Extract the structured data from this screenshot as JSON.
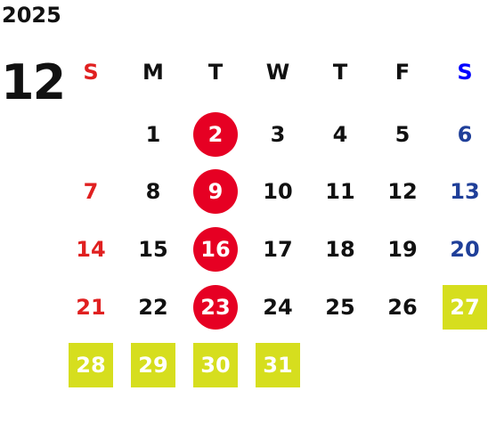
{
  "calendar": {
    "year": "2025",
    "month": "12",
    "colors": {
      "default": "#111111",
      "sunday": "#e02020",
      "saturday": "#1f3f99",
      "holiday_circle": "#e60023",
      "highlight_square": "#d6de1e",
      "on_highlight_text": "#ffffff"
    },
    "weekday_headers": [
      {
        "label": "S",
        "color": "#e02020"
      },
      {
        "label": "M",
        "color": "#111111"
      },
      {
        "label": "T",
        "color": "#111111"
      },
      {
        "label": "W",
        "color": "#111111"
      },
      {
        "label": "T",
        "color": "#111111"
      },
      {
        "label": "F",
        "color": "#111111"
      },
      {
        "label": "S",
        "color": "#0000ff"
      }
    ],
    "days": [
      {
        "day": "1",
        "week": 0,
        "weekday": 1,
        "style": "plain"
      },
      {
        "day": "2",
        "week": 0,
        "weekday": 2,
        "style": "circle"
      },
      {
        "day": "3",
        "week": 0,
        "weekday": 3,
        "style": "plain"
      },
      {
        "day": "4",
        "week": 0,
        "weekday": 4,
        "style": "plain"
      },
      {
        "day": "5",
        "week": 0,
        "weekday": 5,
        "style": "plain"
      },
      {
        "day": "6",
        "week": 0,
        "weekday": 6,
        "style": "plain"
      },
      {
        "day": "7",
        "week": 1,
        "weekday": 0,
        "style": "plain"
      },
      {
        "day": "8",
        "week": 1,
        "weekday": 1,
        "style": "plain"
      },
      {
        "day": "9",
        "week": 1,
        "weekday": 2,
        "style": "circle"
      },
      {
        "day": "10",
        "week": 1,
        "weekday": 3,
        "style": "plain"
      },
      {
        "day": "11",
        "week": 1,
        "weekday": 4,
        "style": "plain"
      },
      {
        "day": "12",
        "week": 1,
        "weekday": 5,
        "style": "plain"
      },
      {
        "day": "13",
        "week": 1,
        "weekday": 6,
        "style": "plain"
      },
      {
        "day": "14",
        "week": 2,
        "weekday": 0,
        "style": "plain"
      },
      {
        "day": "15",
        "week": 2,
        "weekday": 1,
        "style": "plain"
      },
      {
        "day": "16",
        "week": 2,
        "weekday": 2,
        "style": "circle"
      },
      {
        "day": "17",
        "week": 2,
        "weekday": 3,
        "style": "plain"
      },
      {
        "day": "18",
        "week": 2,
        "weekday": 4,
        "style": "plain"
      },
      {
        "day": "19",
        "week": 2,
        "weekday": 5,
        "style": "plain"
      },
      {
        "day": "20",
        "week": 2,
        "weekday": 6,
        "style": "plain"
      },
      {
        "day": "21",
        "week": 3,
        "weekday": 0,
        "style": "plain"
      },
      {
        "day": "22",
        "week": 3,
        "weekday": 1,
        "style": "plain"
      },
      {
        "day": "23",
        "week": 3,
        "weekday": 2,
        "style": "circle"
      },
      {
        "day": "24",
        "week": 3,
        "weekday": 3,
        "style": "plain"
      },
      {
        "day": "25",
        "week": 3,
        "weekday": 4,
        "style": "plain"
      },
      {
        "day": "26",
        "week": 3,
        "weekday": 5,
        "style": "plain"
      },
      {
        "day": "27",
        "week": 3,
        "weekday": 6,
        "style": "square"
      },
      {
        "day": "28",
        "week": 4,
        "weekday": 0,
        "style": "square"
      },
      {
        "day": "29",
        "week": 4,
        "weekday": 1,
        "style": "square"
      },
      {
        "day": "30",
        "week": 4,
        "weekday": 2,
        "style": "square"
      },
      {
        "day": "31",
        "week": 4,
        "weekday": 3,
        "style": "square"
      }
    ]
  }
}
